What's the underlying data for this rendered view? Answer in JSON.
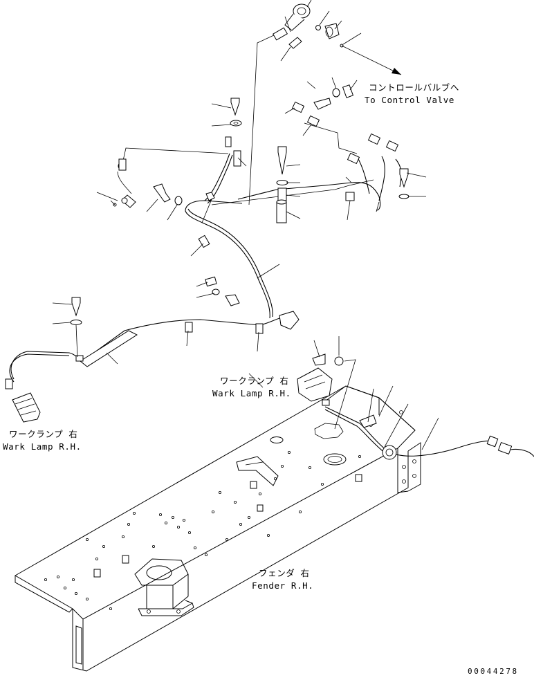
{
  "labels": {
    "control_valve_jp": "コントロールバルブへ",
    "control_valve_en": "To Control Valve",
    "work_lamp_center_jp": "ワークランプ 右",
    "work_lamp_center_en": "Wark Lamp R.H.",
    "work_lamp_left_jp": "ワークランプ 右",
    "work_lamp_left_en": "Wark Lamp R.H.",
    "fender_jp": "フェンダ 右",
    "fender_en": "Fender R.H."
  },
  "document_number": "00044278"
}
